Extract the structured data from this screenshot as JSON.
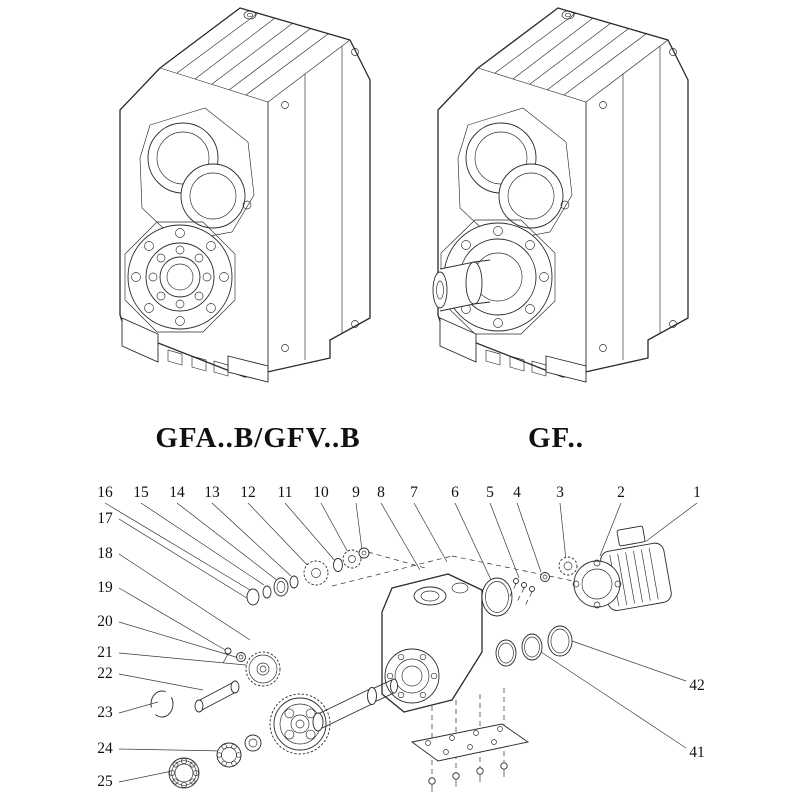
{
  "colors": {
    "ink": "#2b2b2b",
    "background": "#ffffff"
  },
  "models": {
    "left_label": "GFA..B/GFV..B",
    "right_label": "GF.."
  },
  "callouts": {
    "top_row": [
      "16",
      "15",
      "14",
      "13",
      "12",
      "11",
      "10",
      "9",
      "8",
      "7",
      "6",
      "5",
      "4",
      "3",
      "2",
      "1"
    ],
    "left_column": [
      "17",
      "18",
      "19",
      "20",
      "21",
      "22",
      "23",
      "24",
      "25"
    ],
    "right_column": [
      "42",
      "41"
    ]
  }
}
